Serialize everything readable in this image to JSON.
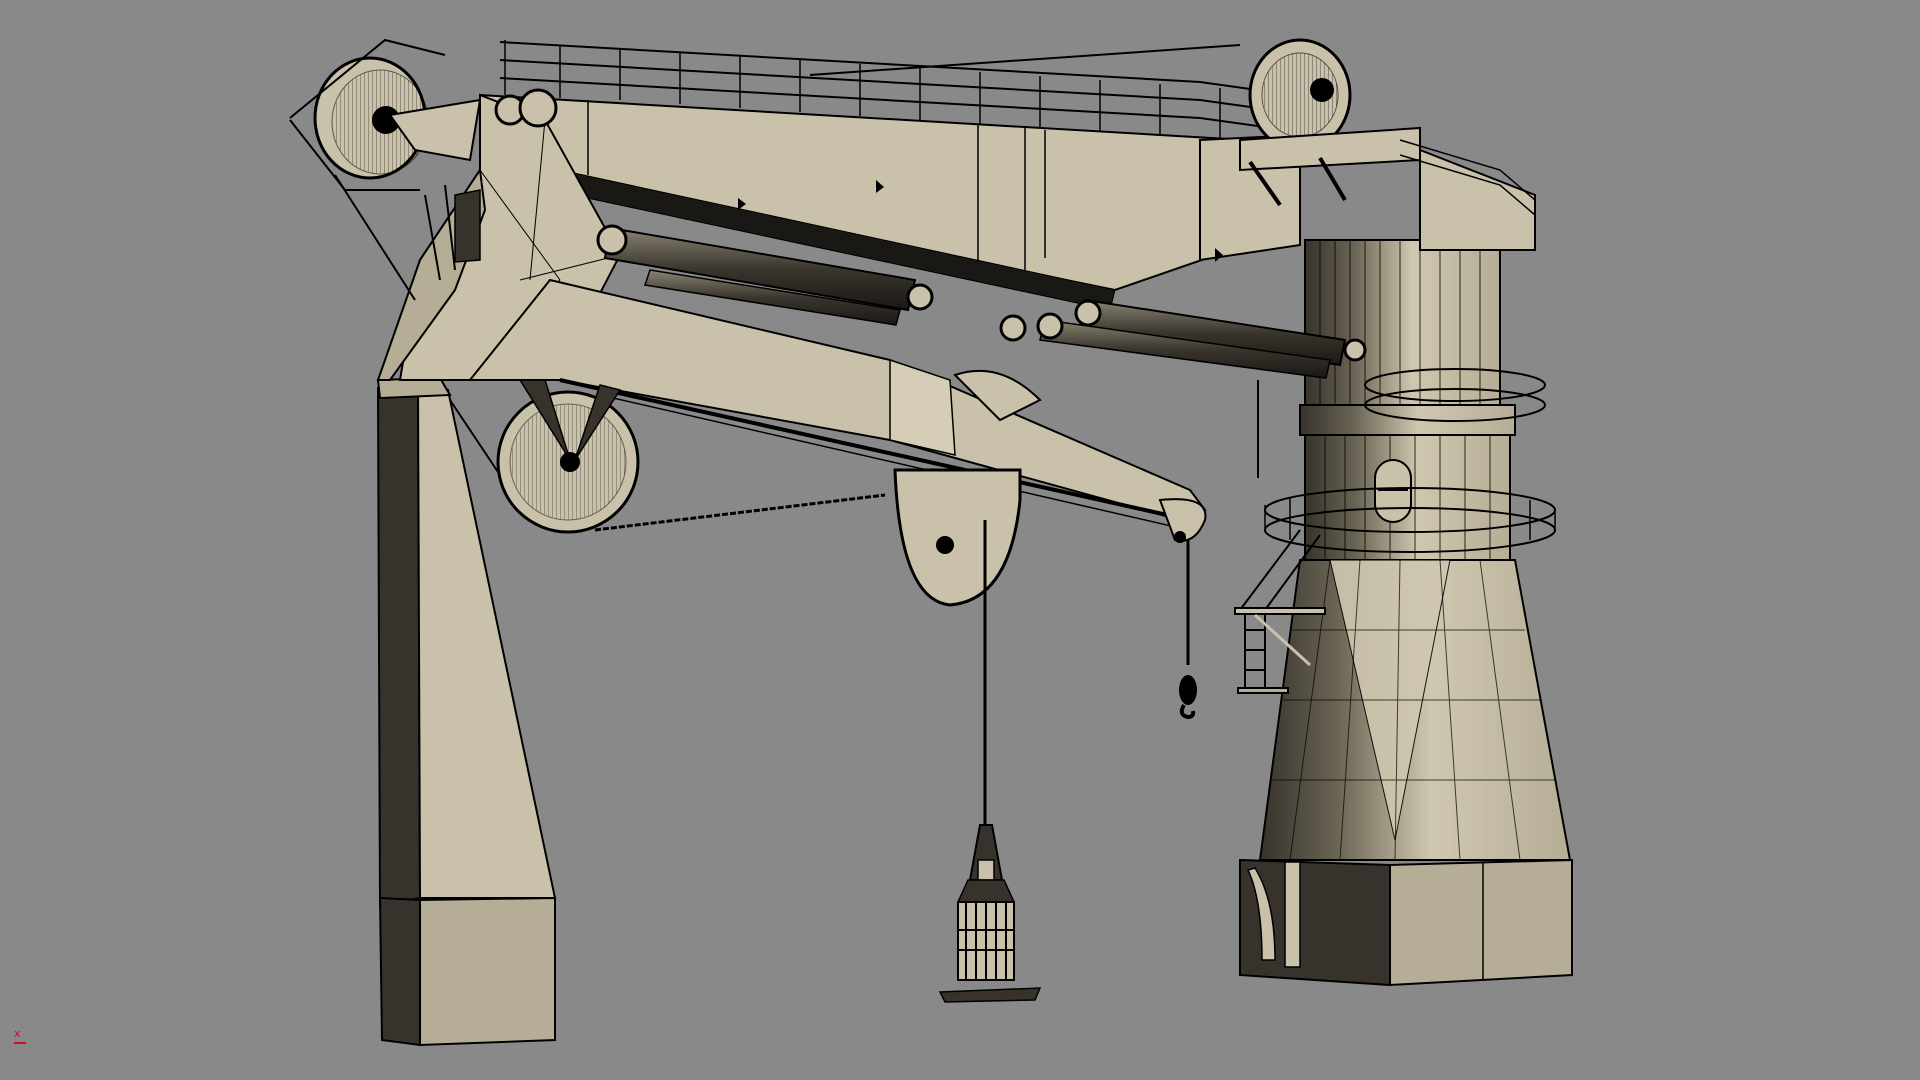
{
  "viewport": {
    "type": "3d-perspective-viewport",
    "shading_mode": "shaded-with-edges",
    "background_color": "#898989",
    "model": {
      "subject": "offshore knuckle-boom pedestal crane",
      "colors": {
        "light_face": "#c9c1a9",
        "mid_face": "#b5ad95",
        "dark_face": "#37332c",
        "edge": "#000000"
      },
      "parts": [
        "pedestal-column",
        "slew-platform-with-railings",
        "main-boom",
        "knuckle-jib",
        "luffing-cylinders",
        "winch-drums",
        "boom-tip-sheaves",
        "main-hook-block",
        "auxiliary-hook",
        "boom-rest-column",
        "access-stairs"
      ]
    },
    "axis_gizmo": {
      "label": "x",
      "color": "#c8102e"
    }
  }
}
